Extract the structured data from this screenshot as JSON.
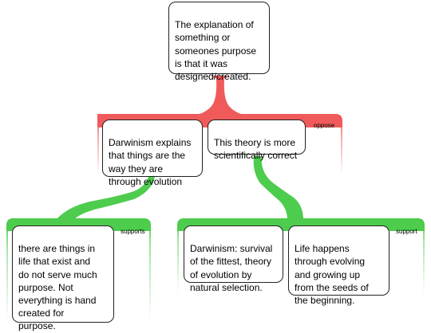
{
  "colors": {
    "oppose": "#f05a5a",
    "support": "#4dcc4d"
  },
  "claim": "The explanation of\nsomething or\nsomeones purpose\nis that it was\ndesigned/created.",
  "oppose_group": {
    "label": "oppose",
    "reasons": [
      "Darwinism explains\nthat things are the\nway they are\nthrough evolution",
      "This theory is more\nscientifically correct"
    ]
  },
  "support_group_left": {
    "label": "supports",
    "reasons": [
      "there are things in\nlife that exist and\ndo not serve much\npurpose. Not\neverything is hand\ncreated for\npurpose."
    ]
  },
  "support_group_right": {
    "label": "support",
    "reasons": [
      "Darwinism: survival\nof the fittest, theory\nof evolution by\nnatural selection.",
      "Life happens\nthrough evolving\nand growing up\nfrom the seeds of\nthe beginning."
    ]
  }
}
